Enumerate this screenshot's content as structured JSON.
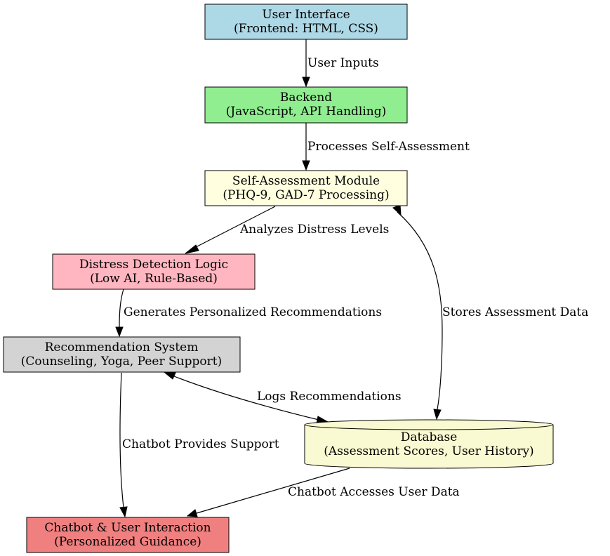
{
  "colors": {
    "ui": "#add8e6",
    "backend": "#90ee90",
    "self_assessment": "#ffffe0",
    "distress": "#ffb6c1",
    "recommendation": "#d3d3d3",
    "database": "#fafad2",
    "chatbot": "#f08080"
  },
  "nodes": {
    "ui": {
      "line1": "User Interface",
      "line2": "(Frontend: HTML, CSS)"
    },
    "backend": {
      "line1": "Backend",
      "line2": "(JavaScript, API Handling)"
    },
    "self_assessment": {
      "line1": "Self-Assessment Module",
      "line2": "(PHQ-9, GAD-7 Processing)"
    },
    "distress": {
      "line1": "Distress Detection Logic",
      "line2": "(Low AI, Rule-Based)"
    },
    "recommendation": {
      "line1": "Recommendation System",
      "line2": "(Counseling, Yoga, Peer Support)"
    },
    "database": {
      "line1": "Database",
      "line2": "(Assessment Scores, User History)"
    },
    "chatbot": {
      "line1": "Chatbot & User Interaction",
      "line2": "(Personalized Guidance)"
    }
  },
  "edges": {
    "user_inputs": "User Inputs",
    "processes": "Processes Self-Assessment",
    "analyzes": "Analyzes Distress Levels",
    "stores": "Stores Assessment Data",
    "generates": "Generates Personalized Recommendations",
    "logs": "Logs Recommendations",
    "chatbot_support": "Chatbot Provides Support",
    "chatbot_access": "Chatbot Accesses User Data"
  }
}
